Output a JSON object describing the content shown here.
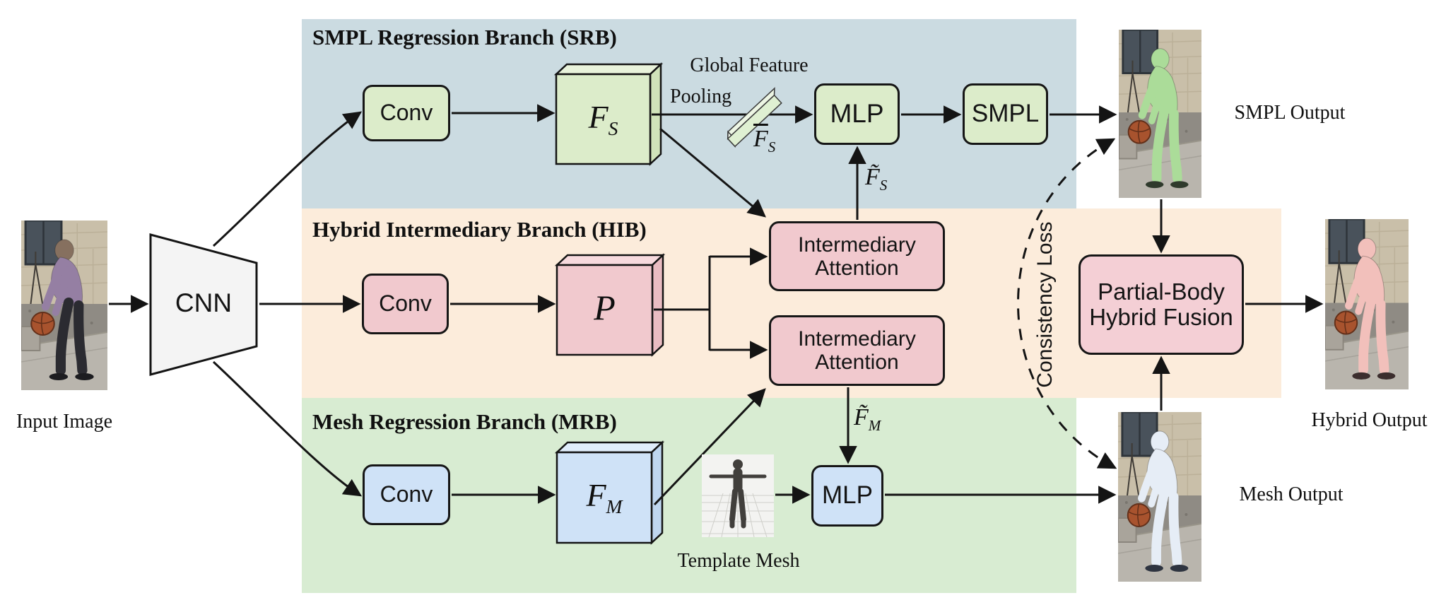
{
  "colors": {
    "srb_band": "#cbdbe1",
    "hib_band": "#fcecdb",
    "mrb_band": "#d8ecd2",
    "srb_box": "#dcecca",
    "hib_box": "#f1c9ce",
    "mrb_box": "#cfe2f7",
    "fusion_box": "#f4cfd5",
    "cnn_fill": "#f4f4f4"
  },
  "input": {
    "caption": "Input Image"
  },
  "cnn": {
    "label": "CNN"
  },
  "srb": {
    "title": "SMPL Regression Branch (SRB)",
    "conv": "Conv",
    "feature": {
      "base": "F",
      "sub": "S"
    },
    "global_feature": "Global Feature",
    "pooling": "Pooling",
    "pooled": {
      "base": "F",
      "sub": "S"
    },
    "mlp": "MLP",
    "smpl": "SMPL",
    "attended": {
      "base": "F̃",
      "sub": "S"
    }
  },
  "hib": {
    "title": "Hybrid Intermediary Branch (HIB)",
    "conv": "Conv",
    "feature": {
      "base": "P",
      "sub": ""
    },
    "attention_top": {
      "line1": "Intermediary",
      "line2": "Attention"
    },
    "attention_bottom": {
      "line1": "Intermediary",
      "line2": "Attention"
    }
  },
  "mrb": {
    "title": "Mesh Regression Branch (MRB)",
    "conv": "Conv",
    "feature": {
      "base": "F",
      "sub": "M"
    },
    "template_caption": "Template Mesh",
    "mlp": "MLP",
    "attended": {
      "base": "F̃",
      "sub": "M"
    }
  },
  "fusion": {
    "line1": "Partial-Body",
    "line2": "Hybrid Fusion"
  },
  "consistency_loss": "Consistency Loss",
  "outputs": {
    "smpl": "SMPL Output",
    "mesh": "Mesh Output",
    "hybrid": "Hybrid Output"
  }
}
